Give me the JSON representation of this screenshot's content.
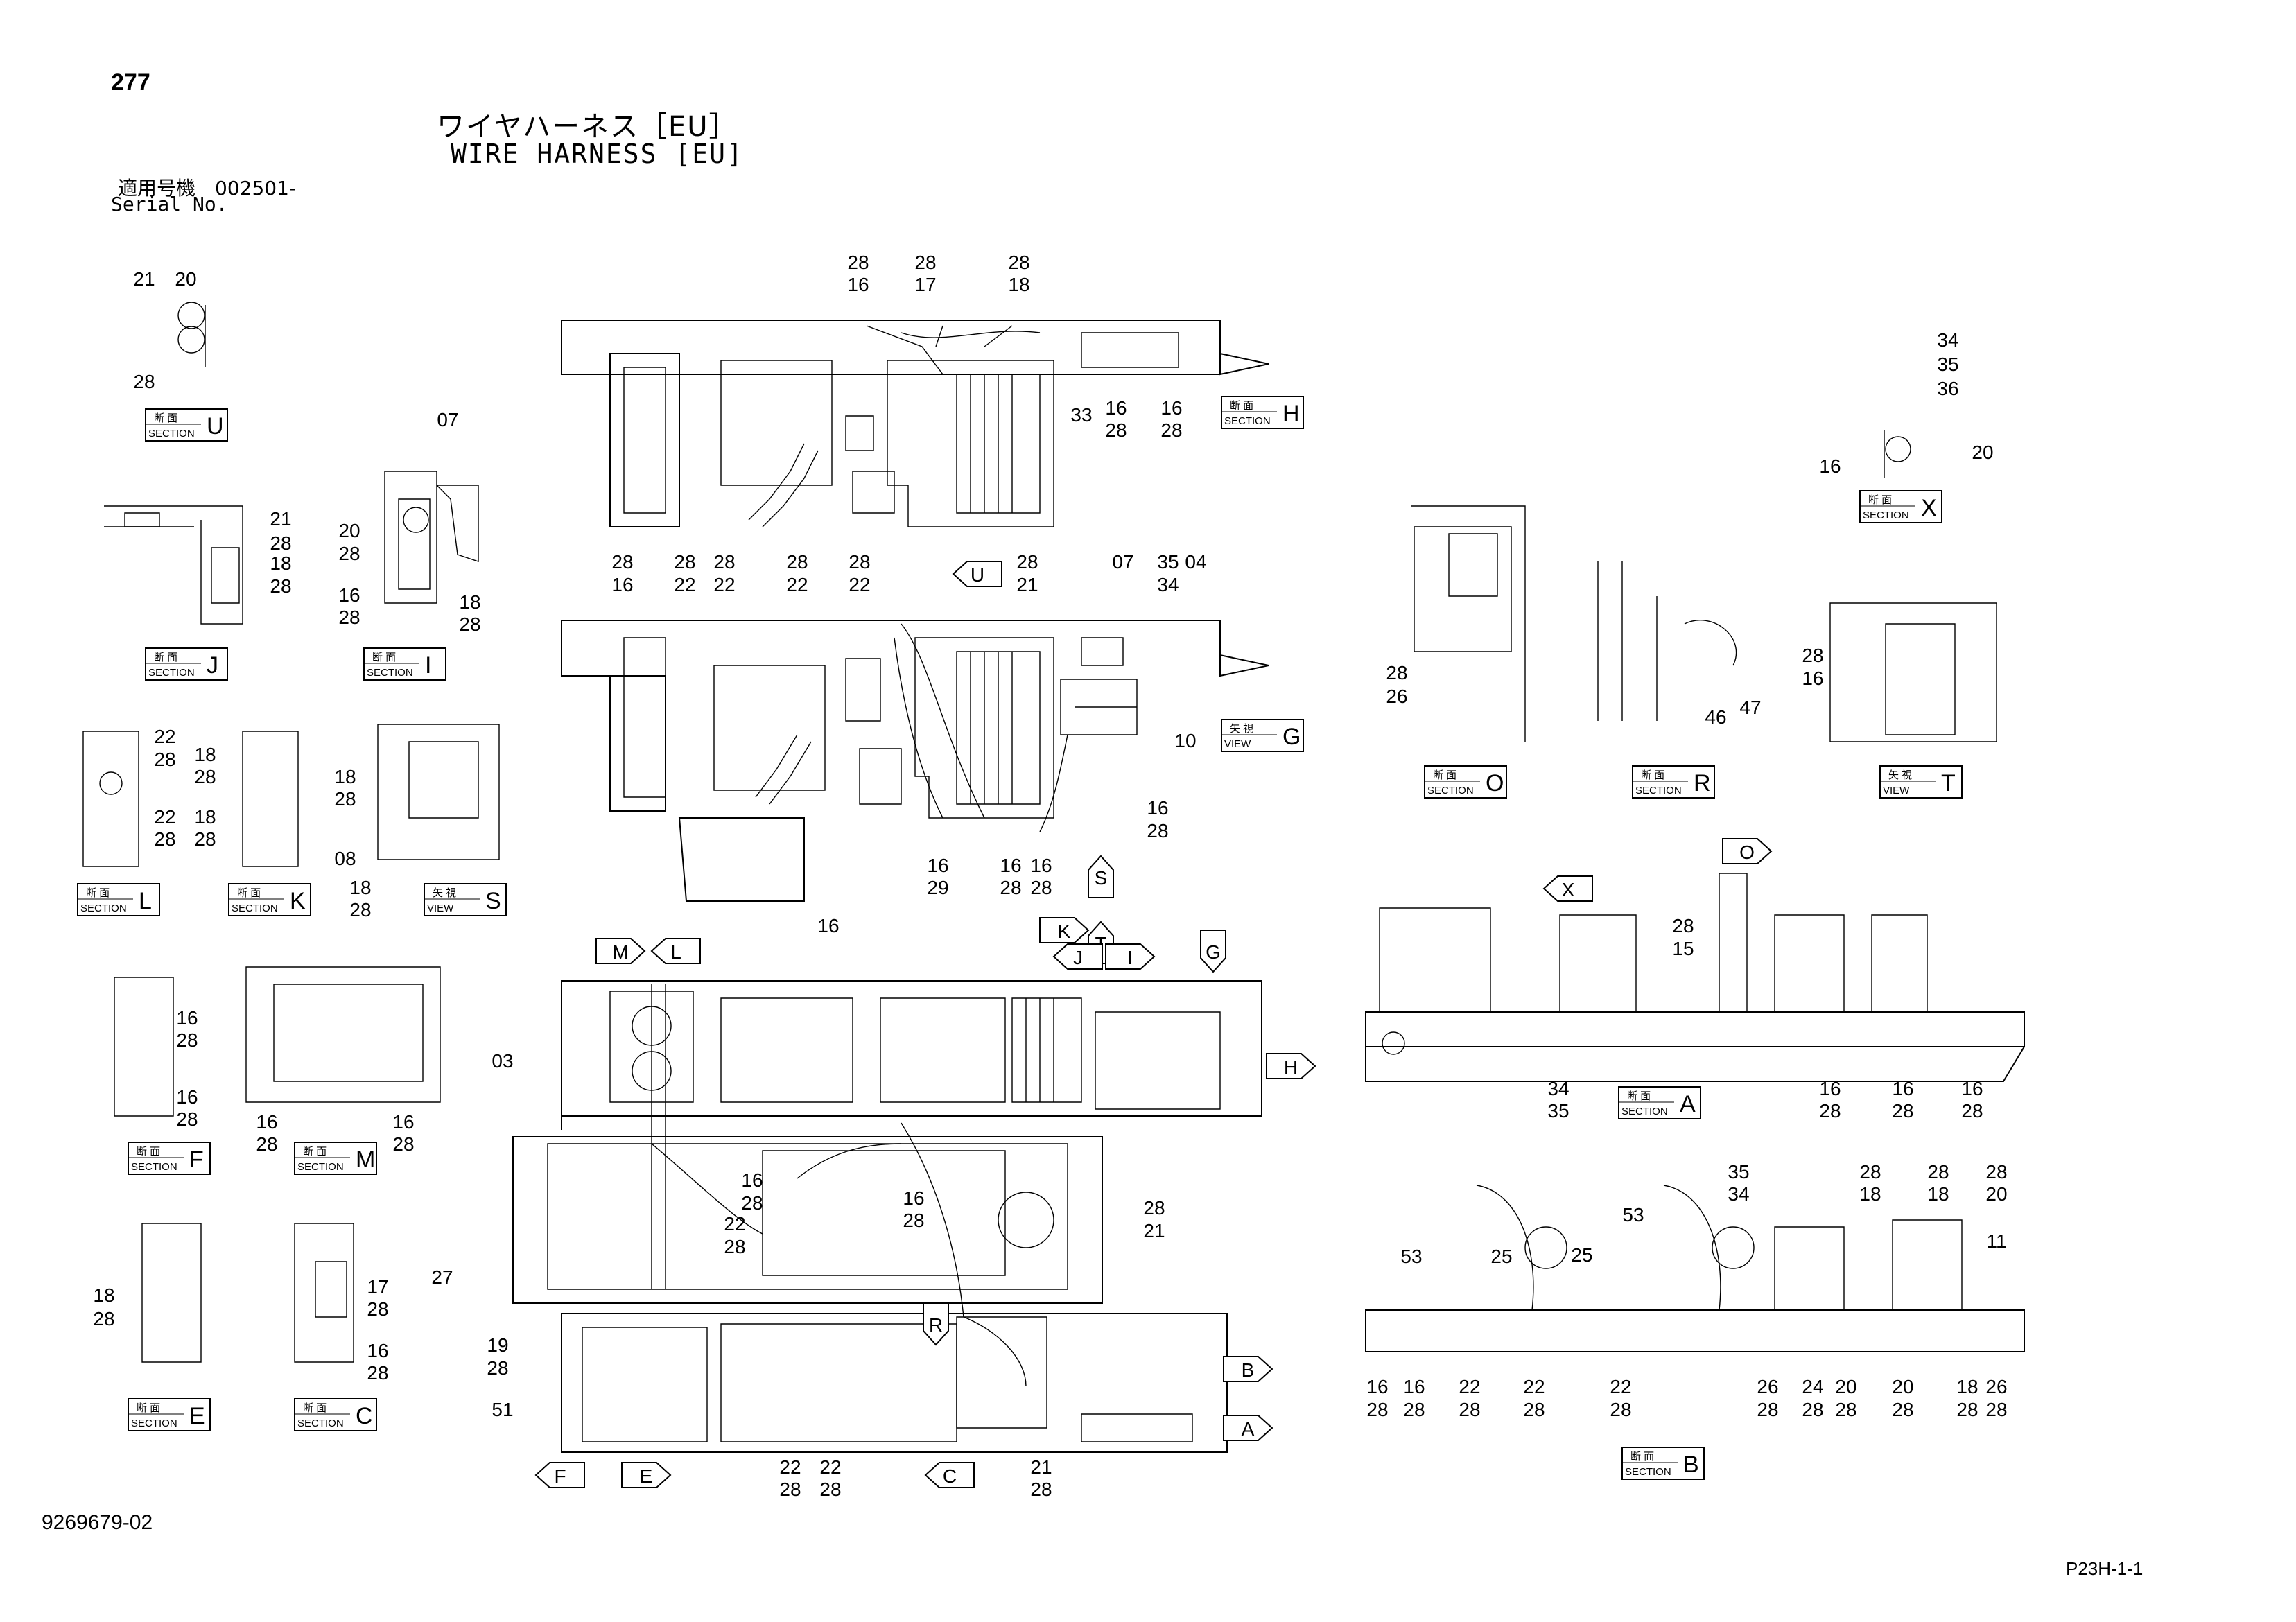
{
  "header": {
    "page_number": "277",
    "title_jp": "ワイヤハーネス［EU］",
    "title_en": "WIRE HARNESS [EU]",
    "serial_label_jp": "適用号機　002501-",
    "serial_label_en": "Serial No."
  },
  "footer": {
    "doc_number": "9269679-02",
    "page_code": "P23H-1-1"
  },
  "section_boxes": [
    {
      "kind": "断 面",
      "sub": "SECTION",
      "letter": "U"
    },
    {
      "kind": "断 面",
      "sub": "SECTION",
      "letter": "J"
    },
    {
      "kind": "断 面",
      "sub": "SECTION",
      "letter": "I"
    },
    {
      "kind": "断 面",
      "sub": "SECTION",
      "letter": "L"
    },
    {
      "kind": "断 面",
      "sub": "SECTION",
      "letter": "K"
    },
    {
      "kind": "矢 視",
      "sub": "VIEW",
      "letter": "S"
    },
    {
      "kind": "断 面",
      "sub": "SECTION",
      "letter": "F"
    },
    {
      "kind": "断 面",
      "sub": "SECTION",
      "letter": "M"
    },
    {
      "kind": "断 面",
      "sub": "SECTION",
      "letter": "E"
    },
    {
      "kind": "断 面",
      "sub": "SECTION",
      "letter": "C"
    },
    {
      "kind": "断 面",
      "sub": "SECTION",
      "letter": "H"
    },
    {
      "kind": "矢 視",
      "sub": "VIEW",
      "letter": "G"
    },
    {
      "kind": "断 面",
      "sub": "SECTION",
      "letter": "X"
    },
    {
      "kind": "断 面",
      "sub": "SECTION",
      "letter": "O"
    },
    {
      "kind": "断 面",
      "sub": "SECTION",
      "letter": "R"
    },
    {
      "kind": "矢 視",
      "sub": "VIEW",
      "letter": "T"
    },
    {
      "kind": "断 面",
      "sub": "SECTION",
      "letter": "A"
    },
    {
      "kind": "断 面",
      "sub": "SECTION",
      "letter": "B"
    }
  ],
  "arrow_markers": [
    "U",
    "S",
    "T",
    "M",
    "L",
    "K",
    "J",
    "I",
    "G",
    "H",
    "R",
    "B",
    "A",
    "F",
    "E",
    "C",
    "X",
    "O"
  ],
  "callouts": [
    "21",
    "20",
    "28",
    "07",
    "20",
    "28",
    "16",
    "28",
    "18",
    "28",
    "21",
    "28",
    "18",
    "28",
    "22",
    "28",
    "22",
    "28",
    "18",
    "28",
    "18",
    "28",
    "18",
    "28",
    "08",
    "18",
    "28",
    "16",
    "28",
    "16",
    "28",
    "16",
    "28",
    "16",
    "28",
    "18",
    "28",
    "17",
    "28",
    "16",
    "28",
    "28",
    "16",
    "28",
    "17",
    "28",
    "18",
    "33",
    "16",
    "28",
    "16",
    "28",
    "28",
    "16",
    "28",
    "22",
    "28",
    "22",
    "28",
    "22",
    "28",
    "22",
    "28",
    "21",
    "07",
    "35",
    "34",
    "04",
    "10",
    "16",
    "28",
    "16",
    "29",
    "16",
    "28",
    "16",
    "28",
    "16",
    "03",
    "16",
    "28",
    "16",
    "28",
    "22",
    "28",
    "27",
    "28",
    "21",
    "19",
    "28",
    "51",
    "22",
    "28",
    "22",
    "28",
    "21",
    "28",
    "34",
    "35",
    "36",
    "16",
    "20",
    "28",
    "26",
    "46",
    "47",
    "28",
    "16",
    "28",
    "15",
    "34",
    "35",
    "16",
    "28",
    "16",
    "28",
    "16",
    "28",
    "35",
    "34",
    "53",
    "25",
    "53",
    "25",
    "28",
    "18",
    "28",
    "18",
    "28",
    "20",
    "11",
    "16",
    "28",
    "16",
    "28",
    "22",
    "28",
    "22",
    "28",
    "22",
    "28",
    "26",
    "28",
    "24",
    "28",
    "20",
    "28",
    "20",
    "28",
    "18",
    "28",
    "26",
    "28"
  ]
}
